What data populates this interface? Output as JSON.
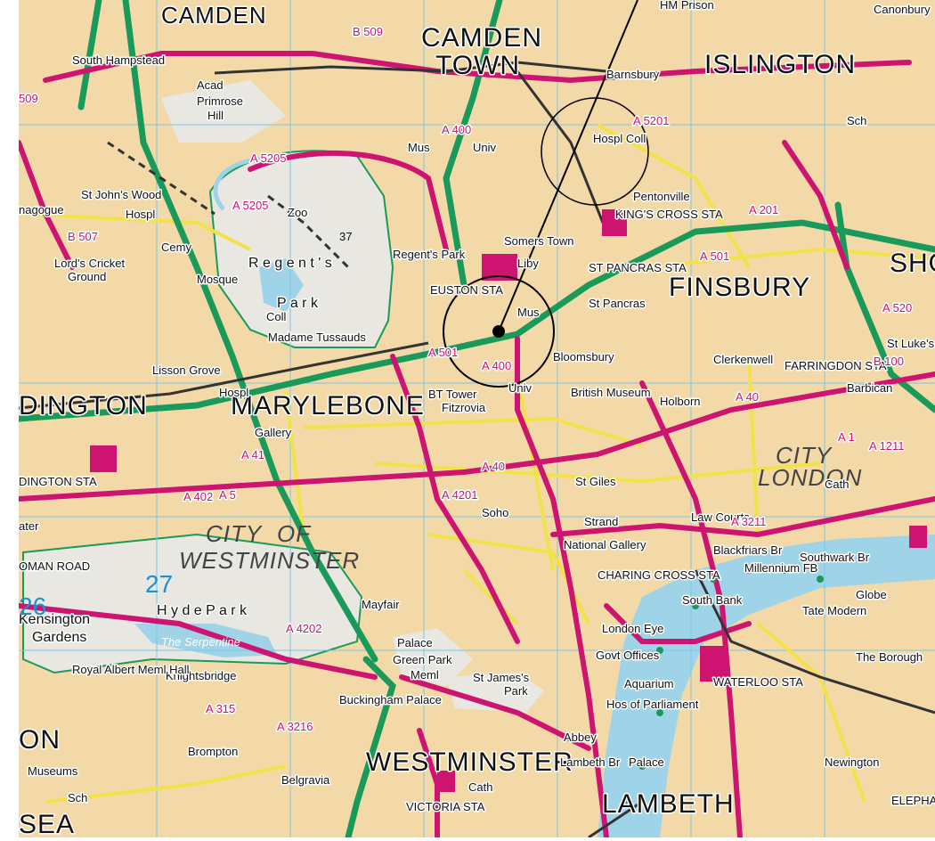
{
  "colors": {
    "background": "#f3d9a8",
    "park": "#e9e7e1",
    "water": "#9fd4e8",
    "primary_road": "#cc1470",
    "green_road": "#1a9a5a",
    "minor_road": "#f2e24a",
    "grid": "#78c6e6",
    "rail": "#333333"
  },
  "map": {
    "districts": {
      "camden_town": [
        "CAMDEN",
        "TOWN"
      ],
      "islington": "ISLINGTON",
      "marylebone": "MARYLEBONE",
      "westminster": "WESTMINSTER",
      "lambeth": "LAMBETH",
      "finsbury": "FINSBURY",
      "paddington_partial": "DINGTON",
      "city_of_westminster": [
        "CITY",
        "OF",
        "WESTMINSTER"
      ],
      "city_of_london": [
        "CITY",
        "LONDON"
      ],
      "camden_top": "CAMDEN",
      "shoreditch_partial": "SHO",
      "chelsea_partial": "SEA",
      "kensington_partial": "ON"
    },
    "parks": {
      "regents_park": [
        "R e g e n t ' s",
        "P a r k"
      ],
      "hyde_park": "H y d e   P a r k",
      "kensington_gardens": [
        "Kensington",
        "Gardens"
      ],
      "serpentine": "The Serpentine",
      "green_park": "Green Park",
      "st_james_park": [
        "St James's",
        "Park"
      ],
      "primrose_hill": [
        "Primrose",
        "Hill"
      ],
      "zoo": "Zoo"
    },
    "places": [
      {
        "key": "south_hampstead",
        "text": "South Hampstead"
      },
      {
        "key": "st_johns_wood",
        "text": "St John's Wood"
      },
      {
        "key": "hospl_1",
        "text": "Hospl"
      },
      {
        "key": "lords",
        "text": "Lord's Cricket"
      },
      {
        "key": "lords2",
        "text": "Ground"
      },
      {
        "key": "mosque",
        "text": "Mosque"
      },
      {
        "key": "cemy",
        "text": "Cemy"
      },
      {
        "key": "coll_1",
        "text": "Coll"
      },
      {
        "key": "madame_tussauds",
        "text": "Madame Tussauds"
      },
      {
        "key": "lisson_grove",
        "text": "Lisson Grove"
      },
      {
        "key": "regents_park_stn",
        "text": "Regent's Park"
      },
      {
        "key": "euston",
        "text": "EUSTON STA"
      },
      {
        "key": "somers_town",
        "text": "Somers Town"
      },
      {
        "key": "liby",
        "text": "Liby"
      },
      {
        "key": "st_pancras",
        "text": "St Pancras"
      },
      {
        "key": "st_pancras_sta",
        "text": "ST PANCRAS STA"
      },
      {
        "key": "kings_cross_sta",
        "text": "KING'S CROSS STA"
      },
      {
        "key": "pentonville",
        "text": "Pentonville"
      },
      {
        "key": "barnsbury",
        "text": "Barnsbury"
      },
      {
        "key": "canonbury",
        "text": "Canonbury"
      },
      {
        "key": "hm_prison",
        "text": "HM Prison"
      },
      {
        "key": "bloomsbury",
        "text": "Bloomsbury"
      },
      {
        "key": "clerkenwell",
        "text": "Clerkenwell"
      },
      {
        "key": "british_museum",
        "text": "British Museum"
      },
      {
        "key": "holborn",
        "text": "Holborn"
      },
      {
        "key": "farringdon",
        "text": "FARRINGDON STA"
      },
      {
        "key": "barbican",
        "text": "Barbican"
      },
      {
        "key": "st_lukes",
        "text": "St Luke's"
      },
      {
        "key": "bt_tower",
        "text": "BT Tower"
      },
      {
        "key": "fitzrovia",
        "text": "Fitzrovia"
      },
      {
        "key": "gallery",
        "text": "Gallery"
      },
      {
        "key": "soho",
        "text": "Soho"
      },
      {
        "key": "st_giles",
        "text": "St Giles"
      },
      {
        "key": "strand",
        "text": "Strand"
      },
      {
        "key": "national_gallery",
        "text": "National Gallery"
      },
      {
        "key": "charing_cross",
        "text": "CHARING CROSS STA"
      },
      {
        "key": "blackfriars",
        "text": "Blackfriars Br"
      },
      {
        "key": "millennium",
        "text": "Millennium FB"
      },
      {
        "key": "southwark",
        "text": "Southwark Br"
      },
      {
        "key": "globe",
        "text": "Globe"
      },
      {
        "key": "tate_modern",
        "text": "Tate Modern"
      },
      {
        "key": "south_bank",
        "text": "South Bank"
      },
      {
        "key": "london_eye",
        "text": "London Eye"
      },
      {
        "key": "govt_offices",
        "text": "Govt Offices"
      },
      {
        "key": "aquarium",
        "text": "Aquarium"
      },
      {
        "key": "hos_of_parliament",
        "text": "Hos of Parliament"
      },
      {
        "key": "abbey",
        "text": "Abbey"
      },
      {
        "key": "lambeth_br",
        "text": "Lambeth Br"
      },
      {
        "key": "palace_lambeth",
        "text": "Palace"
      },
      {
        "key": "waterloo",
        "text": "WATERLOO STA"
      },
      {
        "key": "the_borough",
        "text": "The Borough"
      },
      {
        "key": "newington",
        "text": "Newington"
      },
      {
        "key": "elephant",
        "text": "ELEPHANT & CASTLE"
      },
      {
        "key": "mayfair",
        "text": "Mayfair"
      },
      {
        "key": "palace",
        "text": "Palace"
      },
      {
        "key": "meml",
        "text": "Meml"
      },
      {
        "key": "buckingham_palace",
        "text": "Buckingham Palace"
      },
      {
        "key": "knightsbridge",
        "text": "Knightsbridge"
      },
      {
        "key": "royal_albert_hall",
        "text": "Royal Albert Meml Hall"
      },
      {
        "key": "brompton",
        "text": "Brompton"
      },
      {
        "key": "museums",
        "text": "Museums"
      },
      {
        "key": "belgravia",
        "text": "Belgravia"
      },
      {
        "key": "victoria_sta",
        "text": "VICTORIA STA"
      },
      {
        "key": "cath_1",
        "text": "Cath"
      },
      {
        "key": "cath_2",
        "text": "Cath"
      },
      {
        "key": "univ_1",
        "text": "Univ"
      },
      {
        "key": "univ_2",
        "text": "Univ"
      },
      {
        "key": "mus_1",
        "text": "Mus"
      },
      {
        "key": "mus_2",
        "text": "Mus"
      },
      {
        "key": "hosp_coll",
        "text": "Hospl Coll"
      },
      {
        "key": "sch",
        "text": "Sch"
      },
      {
        "key": "synagogue",
        "text": "nagogue"
      },
      {
        "key": "acad",
        "text": "Acad"
      },
      {
        "key": "hospl_mary",
        "text": "Hospl"
      },
      {
        "key": "dington_sta",
        "text": "DINGTON STA"
      },
      {
        "key": "ater",
        "text": "ater"
      },
      {
        "key": "oman_road",
        "text": "OMAN ROAD"
      },
      {
        "key": "law_courts",
        "text": "Law Courts"
      },
      {
        "key": "sch2",
        "text": "Sch"
      }
    ],
    "road_numbers": [
      {
        "key": "b509",
        "text": "B 509"
      },
      {
        "key": "b509b",
        "text": "509"
      },
      {
        "key": "a5205",
        "text": "A 5205"
      },
      {
        "key": "a5205b",
        "text": "A 5205"
      },
      {
        "key": "a4201",
        "text": "A 4201"
      },
      {
        "key": "a400",
        "text": "A 400"
      },
      {
        "key": "a400b",
        "text": "A 400"
      },
      {
        "key": "a501",
        "text": "A 501"
      },
      {
        "key": "a501b",
        "text": "A 501"
      },
      {
        "key": "a5201",
        "text": "A 5201"
      },
      {
        "key": "a40",
        "text": "A 40"
      },
      {
        "key": "a40b",
        "text": "A 40"
      },
      {
        "key": "a4201",
        "text": "A 4201"
      },
      {
        "key": "a3211",
        "text": "A 3211"
      },
      {
        "key": "a402",
        "text": "A 402"
      },
      {
        "key": "a4202",
        "text": "A 4202"
      },
      {
        "key": "a315",
        "text": "A 315"
      },
      {
        "key": "a3216",
        "text": "A 3216"
      },
      {
        "key": "a1211",
        "text": "A 1211"
      },
      {
        "key": "a41",
        "text": "A 41"
      },
      {
        "key": "a1",
        "text": "A 1"
      },
      {
        "key": "b507",
        "text": "B 507"
      },
      {
        "key": "b100",
        "text": "B 100"
      },
      {
        "key": "a201",
        "text": "A 201"
      },
      {
        "key": "a5",
        "text": "A 5"
      },
      {
        "key": "a520",
        "text": "A 520"
      }
    ],
    "grid_numbers": [
      {
        "key": "g27",
        "text": "27"
      },
      {
        "key": "g26",
        "text": "26"
      }
    ],
    "misc": {
      "spot_height": "37"
    }
  }
}
